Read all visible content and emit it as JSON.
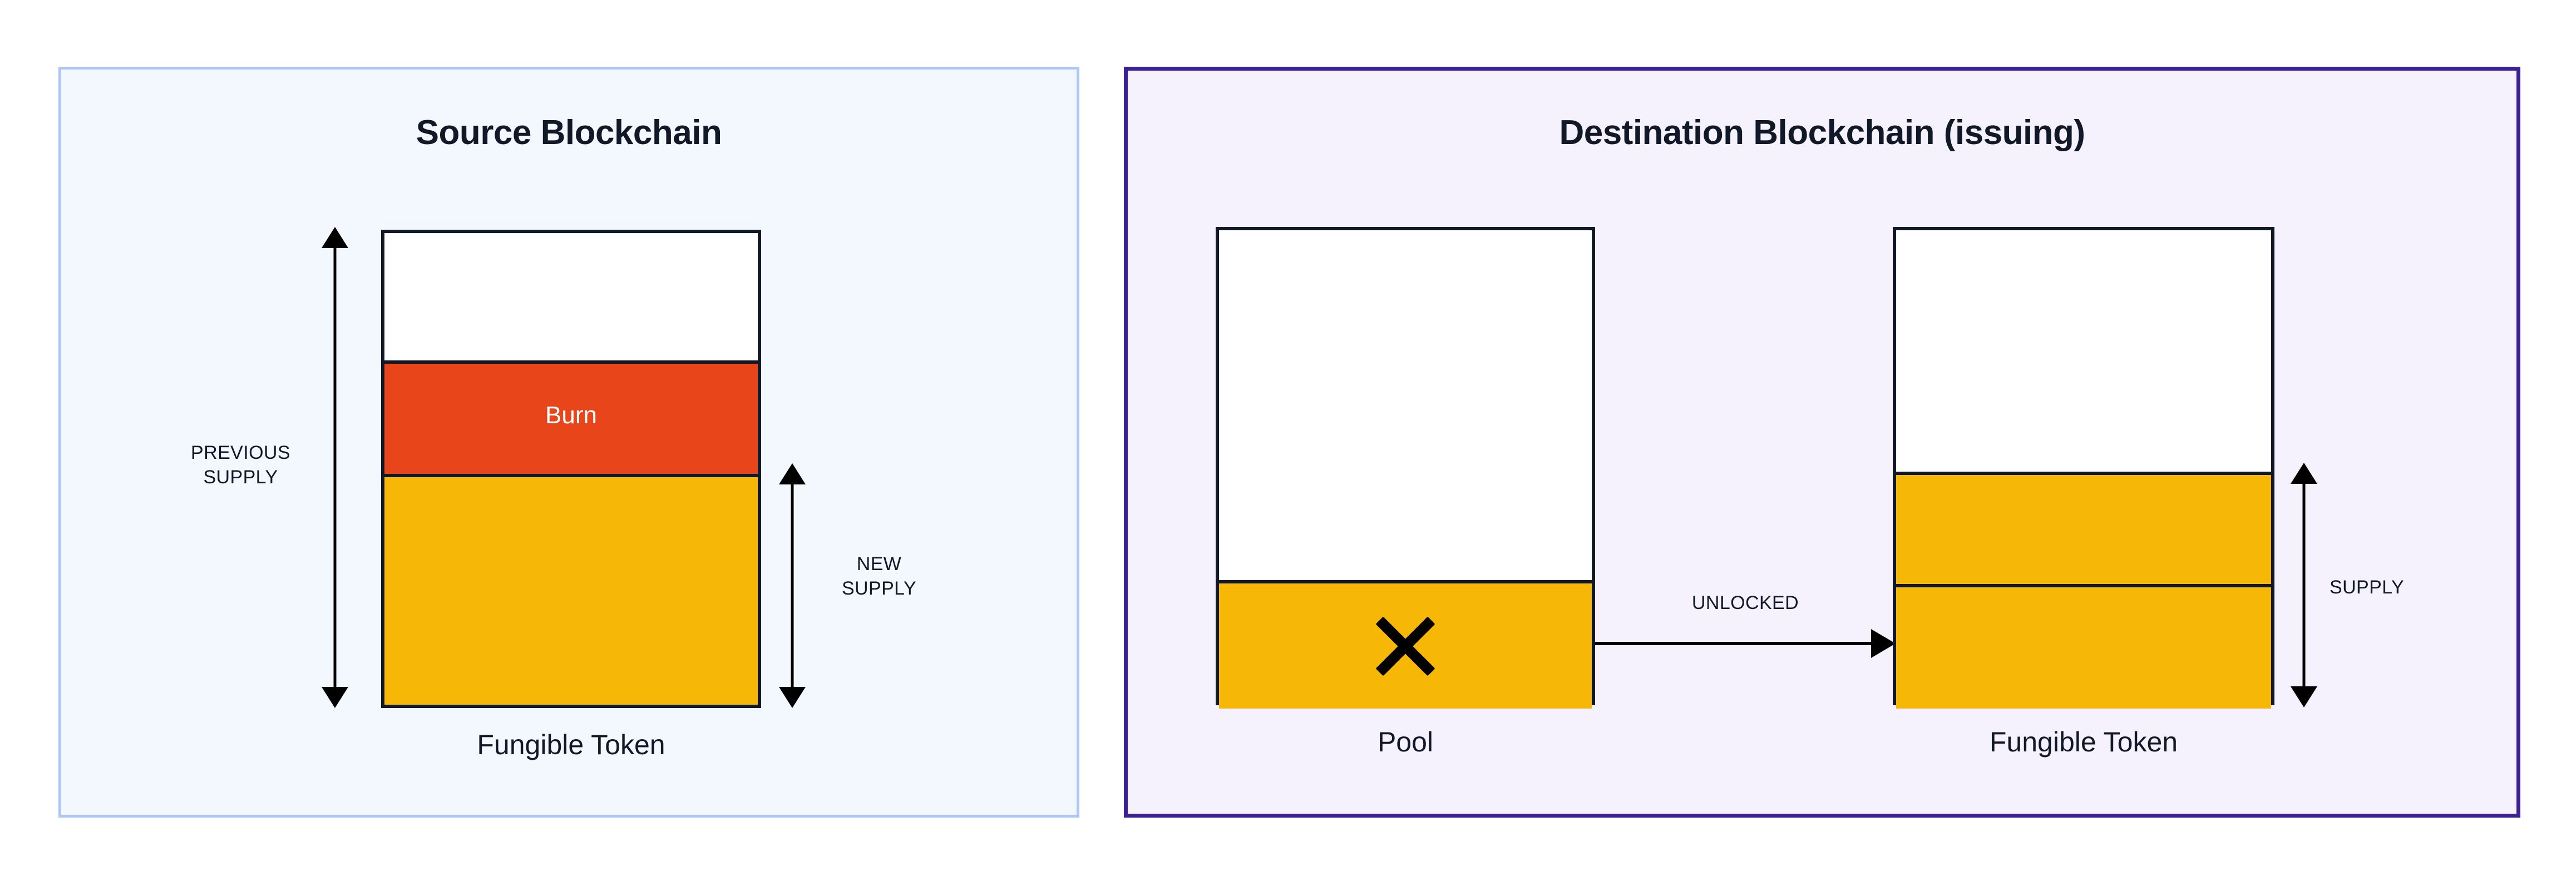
{
  "diagram": {
    "type": "token-bridge-burn-unlock",
    "colors": {
      "source_panel_border": "#afc6f7",
      "source_panel_bg": "#f3f7fe",
      "dest_panel_border": "#3b2096",
      "dest_panel_bg": "#f5f2fd",
      "burn": "#e8461a",
      "token": "#f7b707",
      "outline": "#111827",
      "empty": "#ffffff"
    }
  },
  "source_panel": {
    "title": "Source Blockchain",
    "token": {
      "caption": "Fungible Token",
      "segments": [
        {
          "name": "empty-headroom",
          "label": "",
          "color": "#ffffff"
        },
        {
          "name": "burn",
          "label": "Burn",
          "color": "#e8461a"
        },
        {
          "name": "remaining-supply",
          "label": "",
          "color": "#f7b707"
        }
      ]
    },
    "measures": [
      {
        "name": "previous-supply",
        "label_lines": [
          "PREVIOUS",
          "SUPPLY"
        ]
      },
      {
        "name": "new-supply",
        "label_lines": [
          "NEW",
          "SUPPLY"
        ]
      }
    ]
  },
  "dest_panel": {
    "title": "Destination Blockchain (issuing)",
    "pool": {
      "caption": "Pool",
      "marker_icon": "x-icon",
      "segments": [
        {
          "name": "unlocked-headroom",
          "label": "",
          "color": "#ffffff"
        },
        {
          "name": "pool-balance",
          "label": "",
          "color": "#f7b707"
        }
      ]
    },
    "flow": {
      "label": "UNLOCKED",
      "direction": "right"
    },
    "token": {
      "caption": "Fungible Token",
      "segments": [
        {
          "name": "empty-headroom",
          "label": "",
          "color": "#ffffff"
        },
        {
          "name": "newly-unlocked",
          "label": "",
          "color": "#f7b707"
        },
        {
          "name": "existing-supply",
          "label": "",
          "color": "#f7b707"
        }
      ]
    },
    "measures": [
      {
        "name": "supply",
        "label_lines": [
          "SUPPLY"
        ]
      }
    ]
  }
}
